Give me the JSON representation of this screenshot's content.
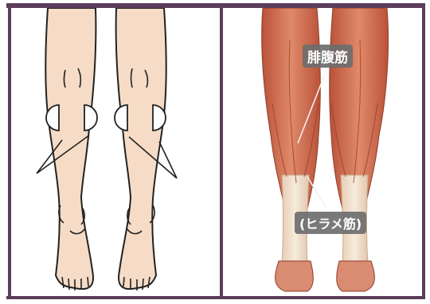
{
  "labels": {
    "upper_muscle": "腓腹筋",
    "lower_muscle": "(ヒラメ筋)"
  },
  "colors": {
    "frame_border": "#5a3d5c",
    "skin": "#f6dcc6",
    "outline": "#222222",
    "muscle_dark": "#b9523a",
    "muscle_mid": "#d9775a",
    "muscle_light": "#eeb39a",
    "tendon": "#f1e1cc",
    "label_bg": "#6e6e6e"
  },
  "icons": {
    "left_panel": "leg-line-drawing",
    "right_panel": "calf-muscle-anatomy"
  }
}
